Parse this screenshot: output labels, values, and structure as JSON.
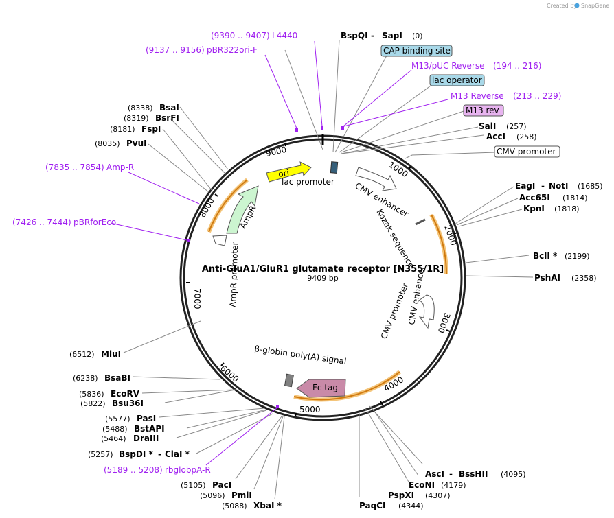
{
  "credit": {
    "created_by": "Created by",
    "brand": "SnapGene"
  },
  "plasmid": {
    "name": "Anti-GluA1/GluR1 glutamate receptor [N355/1R]",
    "length": "9409 bp"
  },
  "ticks": [
    "1000",
    "2000",
    "3000",
    "4000",
    "5000",
    "6000",
    "7000",
    "8000",
    "9000"
  ],
  "enzymes": [
    {
      "id": "bspqi",
      "name": "BspQI",
      "extra": "SapI",
      "pos": "(0)"
    },
    {
      "id": "sali",
      "name": "SalI",
      "pos": "(257)"
    },
    {
      "id": "acci",
      "name": "AccI",
      "pos": "(258)"
    },
    {
      "id": "eagi",
      "name": "EagI",
      "extra": "NotI",
      "pos": "(1685)"
    },
    {
      "id": "acc65i",
      "name": "Acc65I",
      "pos": "(1814)"
    },
    {
      "id": "kpni",
      "name": "KpnI",
      "pos": "(1818)"
    },
    {
      "id": "bcli",
      "name": "BclI *",
      "pos": "(2199)"
    },
    {
      "id": "pshai",
      "name": "PshAI",
      "pos": "(2358)"
    },
    {
      "id": "asci",
      "name": "AscI",
      "extra": "BssHII",
      "pos": "(4095)"
    },
    {
      "id": "econi",
      "name": "EcoNI",
      "pos": "(4179)"
    },
    {
      "id": "pspxi",
      "name": "PspXI",
      "pos": "(4307)"
    },
    {
      "id": "paqci",
      "name": "PaqCI",
      "pos": "(4344)"
    },
    {
      "id": "xbai",
      "name": "XbaI *",
      "pos": "(5088)"
    },
    {
      "id": "pmli",
      "name": "PmlI",
      "pos": "(5096)"
    },
    {
      "id": "paci",
      "name": "PacI",
      "pos": "(5105)"
    },
    {
      "id": "bspdi",
      "name": "BspDI *",
      "extra": "ClaI *",
      "pos": "(5257)"
    },
    {
      "id": "draiii",
      "name": "DraIII",
      "pos": "(5464)"
    },
    {
      "id": "bstapi",
      "name": "BstAPI",
      "pos": "(5488)"
    },
    {
      "id": "pasi",
      "name": "PasI",
      "pos": "(5577)"
    },
    {
      "id": "bsu36i",
      "name": "Bsu36I",
      "pos": "(5822)"
    },
    {
      "id": "ecorv",
      "name": "EcoRV",
      "pos": "(5836)"
    },
    {
      "id": "bsabi",
      "name": "BsaBI",
      "pos": "(6238)"
    },
    {
      "id": "mlui",
      "name": "MluI",
      "pos": "(6512)"
    },
    {
      "id": "pvui",
      "name": "PvuI",
      "pos": "(8035)"
    },
    {
      "id": "fspi",
      "name": "FspI",
      "pos": "(8181)"
    },
    {
      "id": "bsrfi",
      "name": "BsrFI",
      "pos": "(8319)"
    },
    {
      "id": "bsai",
      "name": "BsaI",
      "pos": "(8338)"
    }
  ],
  "primers": [
    {
      "id": "l4440",
      "name": "L4440",
      "range": "(9390 .. 9407)"
    },
    {
      "id": "pbr322ori",
      "name": "pBR322ori-F",
      "range": "(9137 .. 9156)"
    },
    {
      "id": "m13puc",
      "name": "M13/pUC Reverse",
      "range": "(194 .. 216)"
    },
    {
      "id": "m13rev",
      "name": "M13 Reverse",
      "range": "(213 .. 229)"
    },
    {
      "id": "ampr",
      "name": "Amp-R",
      "range": "(7835 .. 7854)"
    },
    {
      "id": "pbrfor",
      "name": "pBRforEco",
      "range": "(7426 .. 7444)"
    },
    {
      "id": "rbglob",
      "name": "rbglobpA-R",
      "range": "(5189 .. 5208)"
    }
  ],
  "boxed_features": [
    {
      "id": "cap",
      "label": "CAP binding site",
      "color": "#a8d8e8"
    },
    {
      "id": "lacop",
      "label": "lac operator",
      "color": "#a8d8e8"
    },
    {
      "id": "m13rev",
      "label": "M13 rev",
      "color": "#e8b4f0"
    },
    {
      "id": "cmvprom",
      "label": "CMV promoter",
      "color": "#ffffff"
    }
  ],
  "features": [
    {
      "id": "ori",
      "label": "ori",
      "color": "#ffff00"
    },
    {
      "id": "lacprom",
      "label": "lac promoter"
    },
    {
      "id": "cmvenh1",
      "label": "CMV enhancer"
    },
    {
      "id": "kozak",
      "label": "Kozak sequence"
    },
    {
      "id": "cmvenh2",
      "label": "CMV enhancer"
    },
    {
      "id": "cmvprom2",
      "label": "CMV promoter"
    },
    {
      "id": "fctag",
      "label": "Fc tag",
      "color": "#c98aa8"
    },
    {
      "id": "bglob",
      "label": "β-globin poly(A) signal"
    },
    {
      "id": "ampr",
      "label": "AmpR",
      "color": "#ccf5d0"
    },
    {
      "id": "amprprom",
      "label": "AmpR promoter"
    }
  ]
}
